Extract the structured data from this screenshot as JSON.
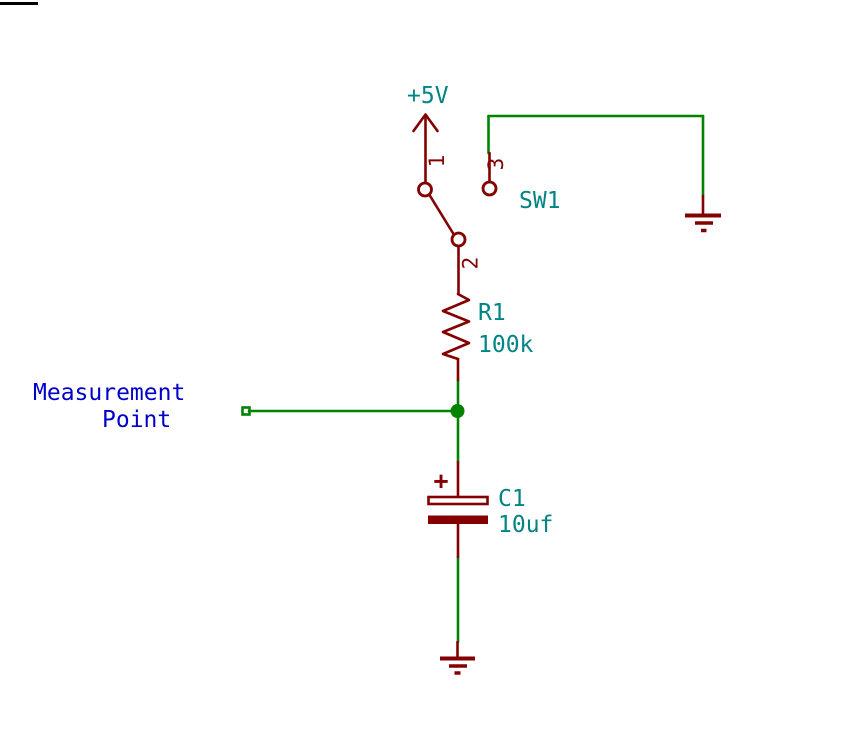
{
  "colors": {
    "background": "#FFFFFF",
    "wire": "#008400",
    "component": "#840000",
    "fields": "#008484",
    "notes": "#0000C8",
    "sheet": "#000000"
  },
  "power": {
    "label": "+5V"
  },
  "switch": {
    "reference": "SW1",
    "pins": {
      "p1": "1",
      "p2": "2",
      "p3": "3"
    }
  },
  "resistor": {
    "reference": "R1",
    "value": "100k"
  },
  "capacitor": {
    "reference": "C1",
    "value": "10uf",
    "polarity_mark": "+"
  },
  "note": {
    "line1": "Measurement",
    "line2": "Point"
  }
}
